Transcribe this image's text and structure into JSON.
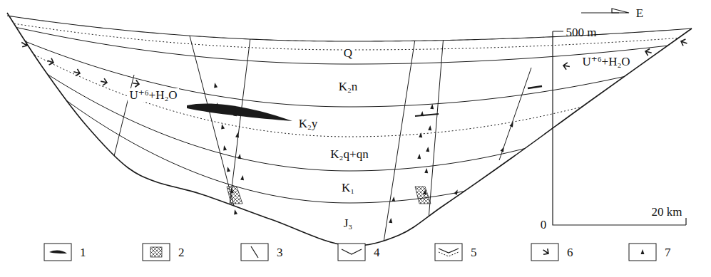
{
  "diagram": {
    "labels": [
      "E",
      "Q",
      "K₂n",
      "U⁺⁶+H₂O",
      "K₂y",
      "K₂q+qn",
      "K₁",
      "J₃",
      "U⁺⁶+H₂O",
      "500 m",
      "0",
      "20 km"
    ],
    "legend": [
      {
        "text": "1"
      },
      {
        "text": "2"
      },
      {
        "text": "3"
      },
      {
        "text": "4"
      },
      {
        "text": "5"
      },
      {
        "text": "6"
      },
      {
        "text": "7"
      }
    ]
  }
}
